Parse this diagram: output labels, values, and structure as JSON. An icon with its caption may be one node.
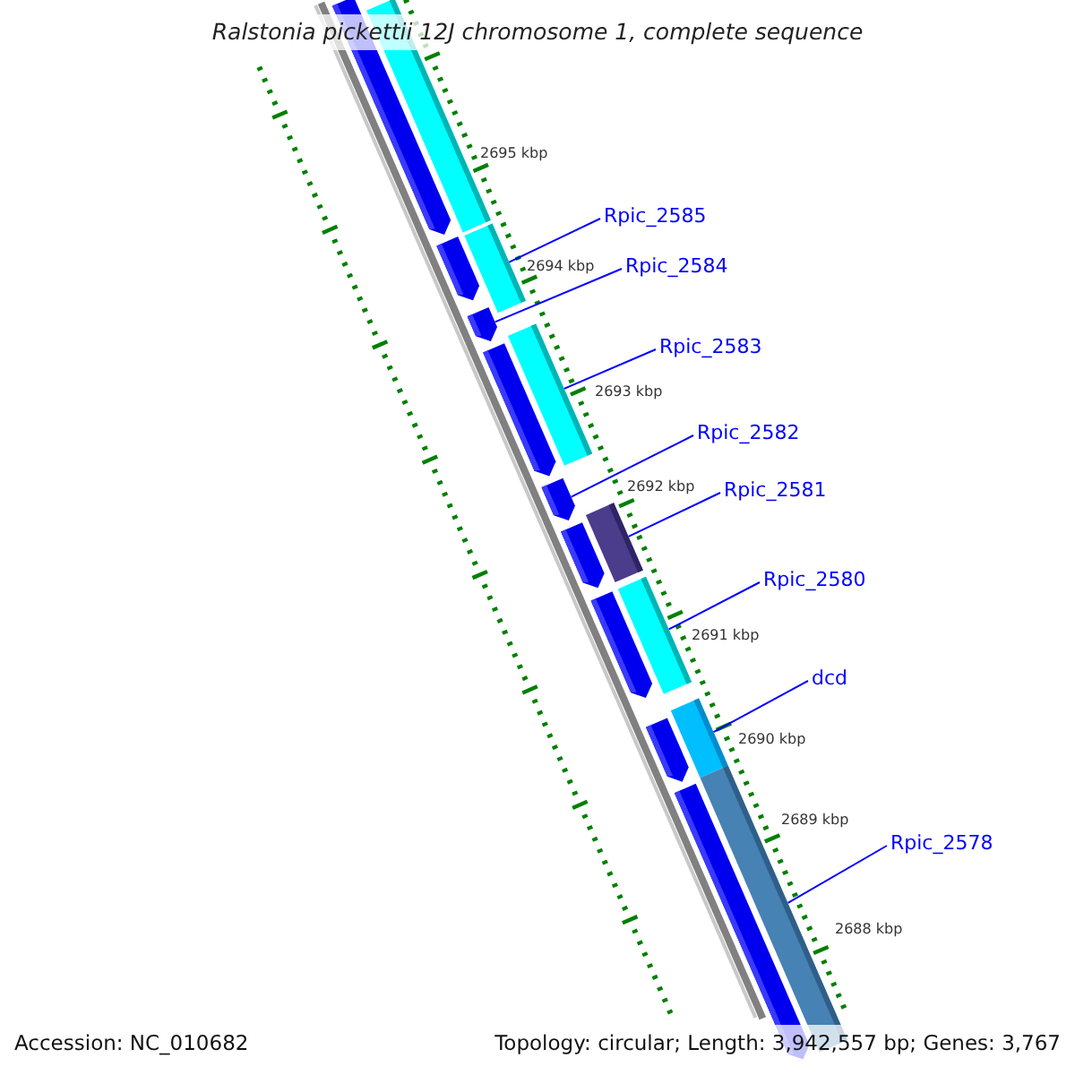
{
  "diagram": {
    "title": "Ralstonia pickettii 12J chromosome 1, complete sequence",
    "nodes": [
      {
        "text": [
          "Rpic_2585"
        ]
      },
      {
        "text": [
          "Rpic_2584"
        ]
      },
      {
        "text": [
          "Rpic_2583"
        ]
      },
      {
        "text": [
          "Rpic_2582"
        ]
      },
      {
        "text": [
          "Rpic_2581"
        ]
      },
      {
        "text": [
          "Rpic_2580"
        ]
      },
      {
        "text": [
          "dcd"
        ]
      },
      {
        "text": [
          "Rpic_2578"
        ]
      },
      {
        "text": [],
        "shape": "pentagon"
      },
      {
        "text": [],
        "shape": "pentagon"
      },
      {
        "text": [],
        "shape": "pentagon"
      },
      {
        "text": [],
        "shape": "pentagon"
      },
      {
        "text": [],
        "shape": "pentagon"
      },
      {
        "text": [],
        "shape": "pentagon"
      },
      {
        "text": [],
        "shape": "pentagon"
      },
      {
        "text": [],
        "shape": "pentagon"
      },
      {
        "text": [],
        "shape": "pentagon"
      },
      {
        "text": [],
        "shape": "bar"
      },
      {
        "text": [],
        "shape": "bar"
      },
      {
        "text": [],
        "shape": "bar"
      },
      {
        "text": [],
        "shape": "bar"
      },
      {
        "text": [],
        "shape": "bar"
      },
      {
        "text": [],
        "shape": "bar"
      },
      {
        "text": [],
        "shape": "bar"
      }
    ],
    "edges": [
      {
        "from": 0,
        "to": 18,
        "arrow": "none"
      },
      {
        "from": 1,
        "to": 10,
        "arrow": "none"
      },
      {
        "from": 2,
        "to": 19,
        "arrow": "none"
      },
      {
        "from": 3,
        "to": 12,
        "arrow": "none"
      },
      {
        "from": 4,
        "to": 20,
        "arrow": "none"
      },
      {
        "from": 5,
        "to": 21,
        "arrow": "none"
      },
      {
        "from": 6,
        "to": 22,
        "arrow": "none"
      },
      {
        "from": 7,
        "to": 23,
        "arrow": "none"
      }
    ],
    "labels": [
      "2695 kbp",
      "2694 kbp",
      "2693 kbp",
      "2692 kbp",
      "2691 kbp",
      "2690 kbp",
      "2689 kbp",
      "2688 kbp",
      "Accession: NC_010682",
      "Topology: circular; Length: 3,942,557 bp; Genes: 3,767"
    ]
  }
}
